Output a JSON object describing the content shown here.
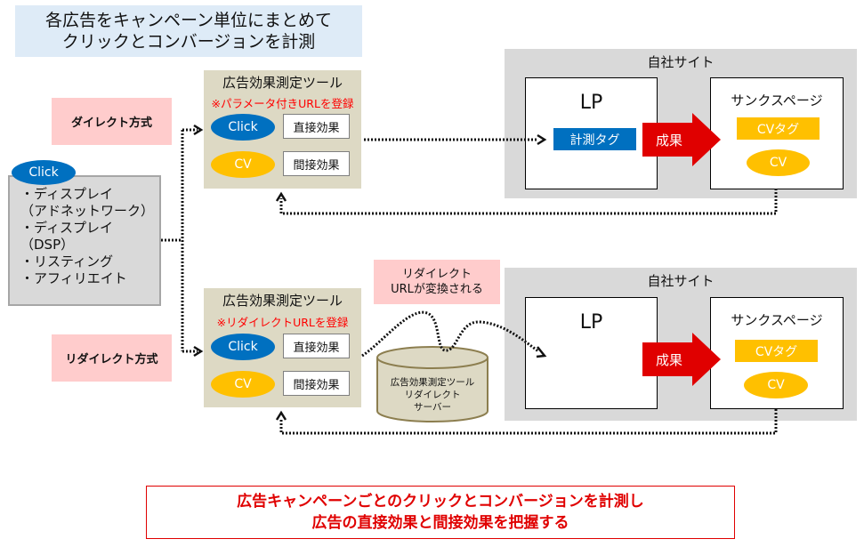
{
  "header": {
    "line1": "各広告をキャンペーン単位にまとめて",
    "line2": "クリックとコンバージョンを計測"
  },
  "methods": {
    "direct": "ダイレクト方式",
    "redirect": "リダイレクト方式"
  },
  "sources": {
    "badge": "Click",
    "items": [
      "・ディスプレイ",
      "（アドネットワーク）",
      "・ディスプレイ",
      "（DSP）",
      "・リスティング",
      "・アフィリエイト"
    ]
  },
  "tool_direct": {
    "title": "広告効果測定ツール",
    "note": "※パラメータ付きURLを登録",
    "click": "Click",
    "cv": "CV",
    "direct_effect": "直接効果",
    "indirect_effect": "間接効果"
  },
  "tool_redirect": {
    "title": "広告効果測定ツール",
    "note": "※リダイレクトURLを登録",
    "click": "Click",
    "cv": "CV",
    "direct_effect": "直接効果",
    "indirect_effect": "間接効果"
  },
  "site_top": {
    "title": "自社サイト",
    "lp": "LP",
    "lp_tag": "計測タグ",
    "arrow": "成果",
    "thanks": "サンクスページ",
    "cv_tag": "CVタグ",
    "cv": "CV"
  },
  "site_bottom": {
    "title": "自社サイト",
    "lp": "LP",
    "arrow": "成果",
    "thanks": "サンクスページ",
    "cv_tag": "CVタグ",
    "cv": "CV"
  },
  "redirect_note": {
    "line1": "リダイレクト",
    "line2": "URLが変換される"
  },
  "redirect_server": {
    "line1": "広告効果測定ツール",
    "line2": "リダイレクト",
    "line3": "サーバー"
  },
  "summary": {
    "line1": "広告キャンペーンごとのクリックとコンバージョンを計測し",
    "line2": "広告の直接効果と間接効果を把握する"
  },
  "colors": {
    "blue": "#0070c0",
    "yellow": "#ffc000",
    "red": "#e00000",
    "tool_bg": "#ddd9c4",
    "site_bg": "#d9d9d9",
    "pink": "#ffcccc",
    "header_bg": "#deebf7"
  }
}
